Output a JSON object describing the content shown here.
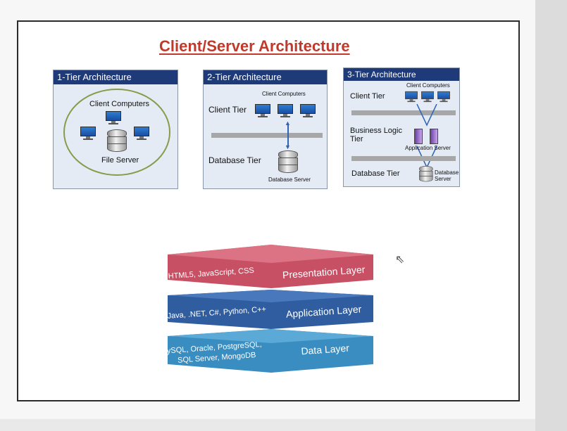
{
  "title": "Client/Server Architecture",
  "tier1": {
    "header": "1-Tier Architecture",
    "client_label": "Client Computers",
    "server_label": "File Server"
  },
  "tier2": {
    "header": "2-Tier Architecture",
    "client_computers": "Client Computers",
    "client_tier": "Client Tier",
    "database_tier": "Database Tier",
    "database_server": "Database Server"
  },
  "tier3": {
    "header": "3-Tier Architecture",
    "client_computers": "Client Computers",
    "client_tier": "Client Tier",
    "business_logic_line1": "Business Logic",
    "business_logic_line2": "Tier",
    "application_server": "Application Server",
    "database_tier": "Database Tier",
    "database_line1": "Database",
    "database_line2": "Server"
  },
  "stack": {
    "presentation": {
      "tech": "HTML5, JavaScript, CSS",
      "name": "Presentation Layer",
      "color": "#c85064"
    },
    "application": {
      "tech": "Java, .NET, C#, Python, C++",
      "name": "Application Layer",
      "color": "#2f5da0"
    },
    "data": {
      "tech_line1": "MySQL, Oracle, PostgreSQL,",
      "tech_line2": "SQL Server, MongoDB",
      "name": "Data Layer",
      "color": "#3a8dc0"
    }
  }
}
